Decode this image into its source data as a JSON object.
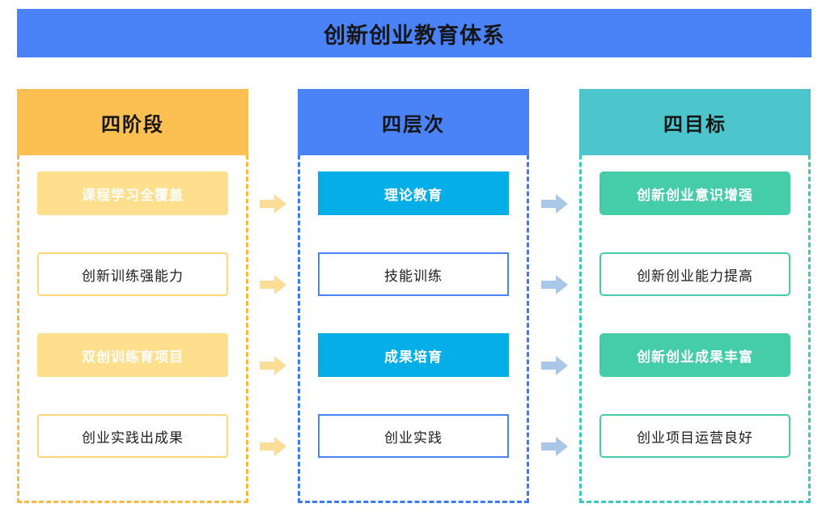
{
  "title": {
    "text": "创新创业教育体系",
    "banner_color": "#4a82f7",
    "text_color": "#161616"
  },
  "columns": [
    {
      "id": "four-stages",
      "header": "四阶段",
      "header_color": "#fbbf52",
      "border_color": "#f9b93f",
      "fill_color": "#fddf8d",
      "items": [
        {
          "label": "课程学习全覆盖",
          "style": "filled"
        },
        {
          "label": "创新训练强能力",
          "style": "outline"
        },
        {
          "label": "双创训练育项目",
          "style": "filled"
        },
        {
          "label": "创业实践出成果",
          "style": "outline"
        }
      ]
    },
    {
      "id": "four-levels",
      "header": "四层次",
      "header_color": "#4a82f7",
      "border_color": "#3b7af3",
      "fill_color": "#05aee6",
      "items": [
        {
          "label": "理论教育",
          "style": "filled"
        },
        {
          "label": "技能训练",
          "style": "outline"
        },
        {
          "label": "成果培育",
          "style": "filled"
        },
        {
          "label": "创业实践",
          "style": "outline"
        }
      ]
    },
    {
      "id": "four-goals",
      "header": "四目标",
      "header_color": "#4dc5cd",
      "border_color": "#3ec6c2",
      "fill_color": "#45cca8",
      "items": [
        {
          "label": "创新创业意识增强",
          "style": "filled"
        },
        {
          "label": "创新创业能力提高",
          "style": "outline"
        },
        {
          "label": "创新创业成果丰富",
          "style": "filled"
        },
        {
          "label": "创业项目运营良好",
          "style": "outline"
        }
      ]
    }
  ],
  "arrows": {
    "gap_0_color": "#fbdd95",
    "gap_1_color": "#a9c8e8",
    "icon": "arrow-right-icon",
    "count_per_gap": 4
  }
}
